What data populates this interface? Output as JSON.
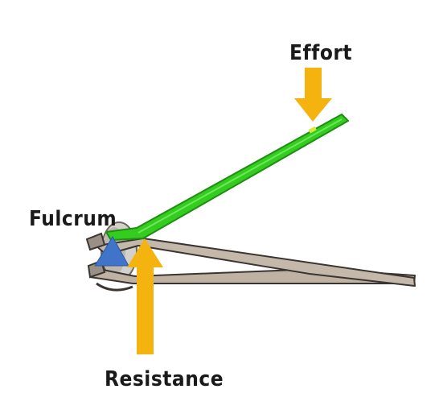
{
  "labels": {
    "effort": "Effort",
    "fulcrum": "Fulcrum",
    "resistance": "Resistance"
  },
  "colors": {
    "lever": "#33cc1f",
    "lever_edge": "#1f8f12",
    "arrow": "#f5b30f",
    "fulcrum_marker": "#3f74c9",
    "jaw_body": "#bfb2a3",
    "jaw_edge": "#3a3530",
    "pivot": "#c9c4bf"
  }
}
